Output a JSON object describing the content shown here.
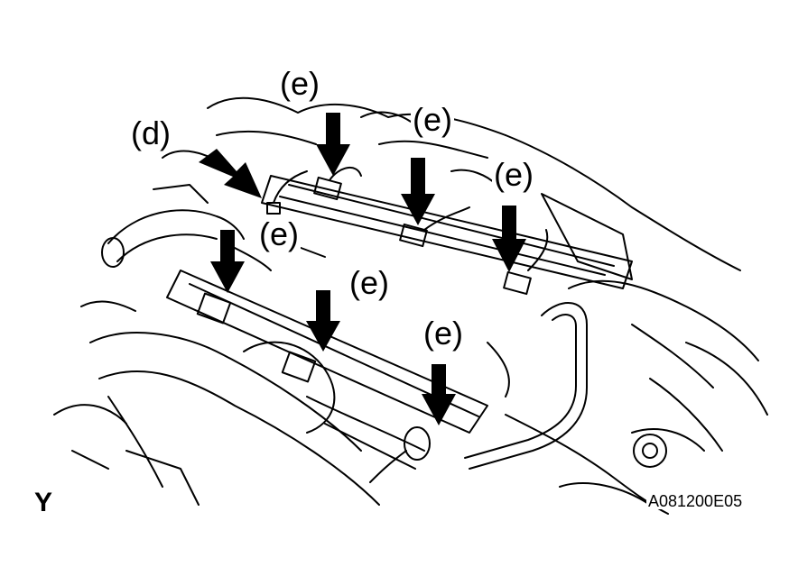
{
  "callouts": {
    "d": "(d)",
    "e1": "(e)",
    "e2": "(e)",
    "e3": "(e)",
    "e4": "(e)",
    "e5": "(e)",
    "e6": "(e)"
  },
  "view_label": "Y",
  "figure_id": "A081200E05",
  "colors": {
    "ink": "#000000",
    "paper": "#ffffff"
  },
  "icons": {
    "pointer": "arrow-down-icon"
  }
}
